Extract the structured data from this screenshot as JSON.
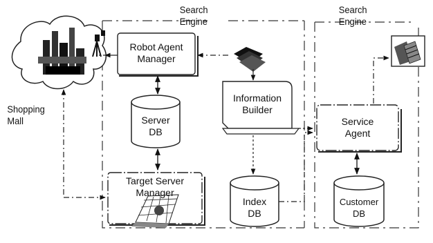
{
  "diagram": {
    "search_engine_left": [
      "Search",
      "Engine"
    ],
    "search_engine_right": [
      "Search",
      "Engine"
    ],
    "shopping_mall": [
      "Shopping",
      "Mall"
    ],
    "robot_agent_manager": [
      "Robot  Agent",
      "Manager"
    ],
    "server_db": [
      "Server",
      "DB"
    ],
    "information_builder": [
      "Information",
      "Builder"
    ],
    "service_agent": [
      "Service",
      "Agent"
    ],
    "target_server_manager": [
      "Target Server",
      "Manager"
    ],
    "index_db": [
      "Index",
      "DB"
    ],
    "customer_db": [
      "Customer",
      "DB"
    ]
  },
  "icons": [
    "internet-cloud-icon",
    "crawler-robot-icon",
    "paper-documents-icon",
    "search-results-icon",
    "database-icon",
    "wireframe-globe-icon"
  ],
  "colors": {
    "ink": "#111111",
    "line": "#222222",
    "paper": "#ffffff"
  }
}
